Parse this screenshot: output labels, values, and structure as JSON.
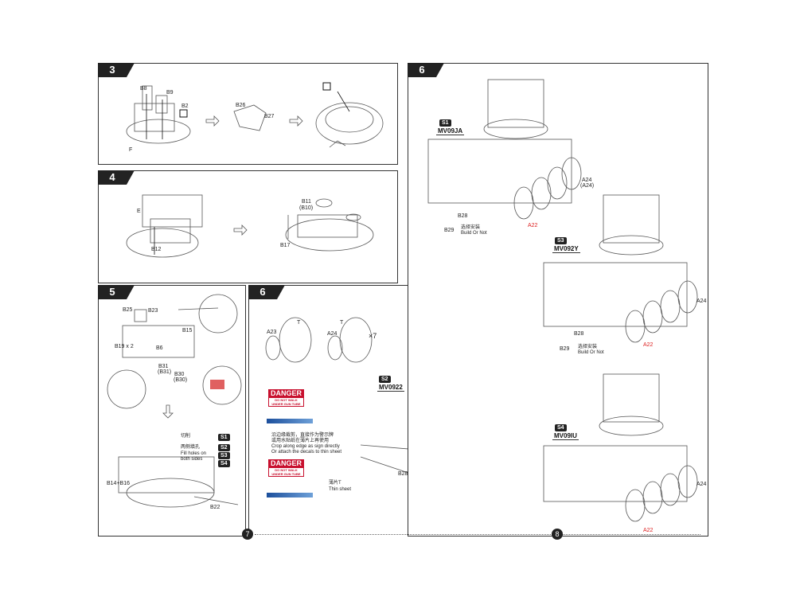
{
  "steps": {
    "s3": {
      "number": "3",
      "labels": {
        "b8": "B8",
        "b9": "B9",
        "b2": "B2",
        "f": "F",
        "b26": "B26",
        "b27": "B27"
      }
    },
    "s4": {
      "number": "4",
      "labels": {
        "e": "E",
        "b12": "B12",
        "b11": "B11",
        "b10": "(B10)",
        "b17": "B17"
      }
    },
    "s5": {
      "number": "5",
      "labels": {
        "b25": "B25",
        "b23": "B23",
        "b15": "B15",
        "b19": "B19 x 2",
        "b6": "B6",
        "b31": "B31",
        "b31p": "(B31)",
        "b30": "B30",
        "b30p": "(B30)",
        "b14b16": "B14+B16",
        "b22": "B22"
      },
      "drill_note": "Fill holes on both sides",
      "drill_note_cn": "两侧填孔",
      "gate_note": "切削",
      "versions": [
        "S1",
        "S2",
        "S3",
        "S4"
      ]
    },
    "s6a": {
      "number": "6",
      "labels": {
        "t": "T",
        "a23": "A23",
        "a24": "A24",
        "times7": "×7",
        "b28": "B28"
      },
      "decal_note_cn": "沿边缘裁剪，直接作为警示牌\n或用水贴纸在薄片上再使用",
      "decal_note_en": "Crop along edge as sign directly\nOr attach the decals to thin sheet",
      "thin_sheet_cn": "薄片T",
      "thin_sheet_en": "Thin sheet",
      "danger1": "DANGER",
      "danger2": "DO NOT WALK\nUNDER GUN TUBE"
    },
    "s6b": {
      "number": "6",
      "labels": {
        "b28": "B28",
        "b29": "B29",
        "a24": "A24",
        "a24p": "(A24)",
        "a22": "A22"
      },
      "build_note_cn": "选择安装",
      "build_note_en": "Build Or Not"
    }
  },
  "variants": [
    {
      "badge": "S1",
      "name": "MV09JA"
    },
    {
      "badge": "S3",
      "name": "MV092Y"
    },
    {
      "badge": "S2",
      "name": "MV0922"
    },
    {
      "badge": "S4",
      "name": "MV09IU"
    }
  ],
  "pages": {
    "left": "7",
    "right": "8"
  }
}
